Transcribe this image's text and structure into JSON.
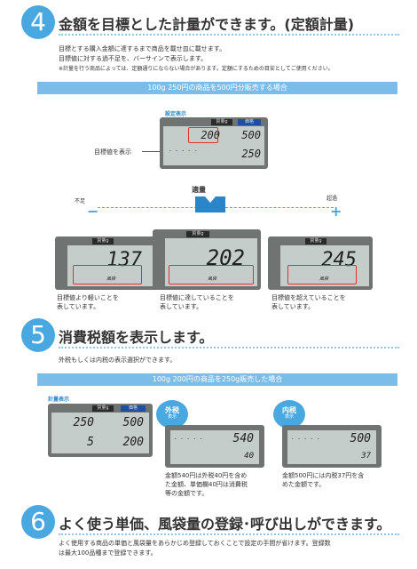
{
  "sec4": {
    "num": "4",
    "title": "金額を目標とした計量ができます。(定額計量)",
    "lines": [
      "目標とする購入金額に達するまで商品を載せ皿に載せます。",
      "目標値に対する過不足を、バーサインで表示します。",
      "※計量を行う商品によっては、定額通りにならない場合があります。定額にするための目安としてご使用ください。"
    ],
    "band": "100g 250円の商品を500円分販売する場合",
    "setting_label": "設定表示",
    "target_label": "目標値を表示",
    "lcd_top": {
      "left": "200",
      "right": "500",
      "bottom": "250",
      "dashes": "- - - - -"
    },
    "scale": {
      "ok": "適量",
      "under": "不足",
      "over": "超過",
      "minus": "−",
      "plus": "+"
    },
    "panels": [
      {
        "value": "137",
        "caption": [
          "目標値より軽いことを",
          "表しています。"
        ]
      },
      {
        "value": "202",
        "caption": [
          "目標値に達していることを",
          "表しています。"
        ]
      },
      {
        "value": "245",
        "caption": [
          "目標値を超えていることを",
          "表しています。"
        ]
      }
    ],
    "lcd_tab": "質量g",
    "lcd_tab2": "価格",
    "lcd_small": "風袋"
  },
  "sec5": {
    "num": "5",
    "title": "消費税額を表示します。",
    "line": "外税もしくは内税の表示選択ができます。",
    "band": "100g 200円の商品を250g販売した場合",
    "measure_label": "計量表示",
    "lcd_main": {
      "weight": "250",
      "price": "500",
      "unit": "5",
      "total": "200"
    },
    "outer": {
      "label": "外税",
      "sub": "表示",
      "dashes": "- - - - -",
      "total": "540",
      "tax": "40",
      "caption": [
        "金額540円は外税40円を含め",
        "た金額、単価欄40円は消費税",
        "等の金額です。"
      ]
    },
    "inner": {
      "label": "内税",
      "sub": "表示",
      "dashes": "- - - - -",
      "total": "500",
      "tax": "37",
      "caption": [
        "金額500円には内税37円を含",
        "めた金額です。"
      ]
    }
  },
  "sec6": {
    "num": "6",
    "title": "よく使う単価、風袋量の登録･呼び出しができます。",
    "lines": [
      "よく使用する商品の単価と風袋量をあらかじめ登録しておくことで設定の手間が省けます。登録数",
      "は最大100品種まで登録できます。"
    ]
  },
  "colors": {
    "accent": "#4aa8e0",
    "band": "#7bbde8",
    "lcd_body": "#6f7472",
    "lcd_screen": "#c5cdcb",
    "red": "#e03030"
  }
}
